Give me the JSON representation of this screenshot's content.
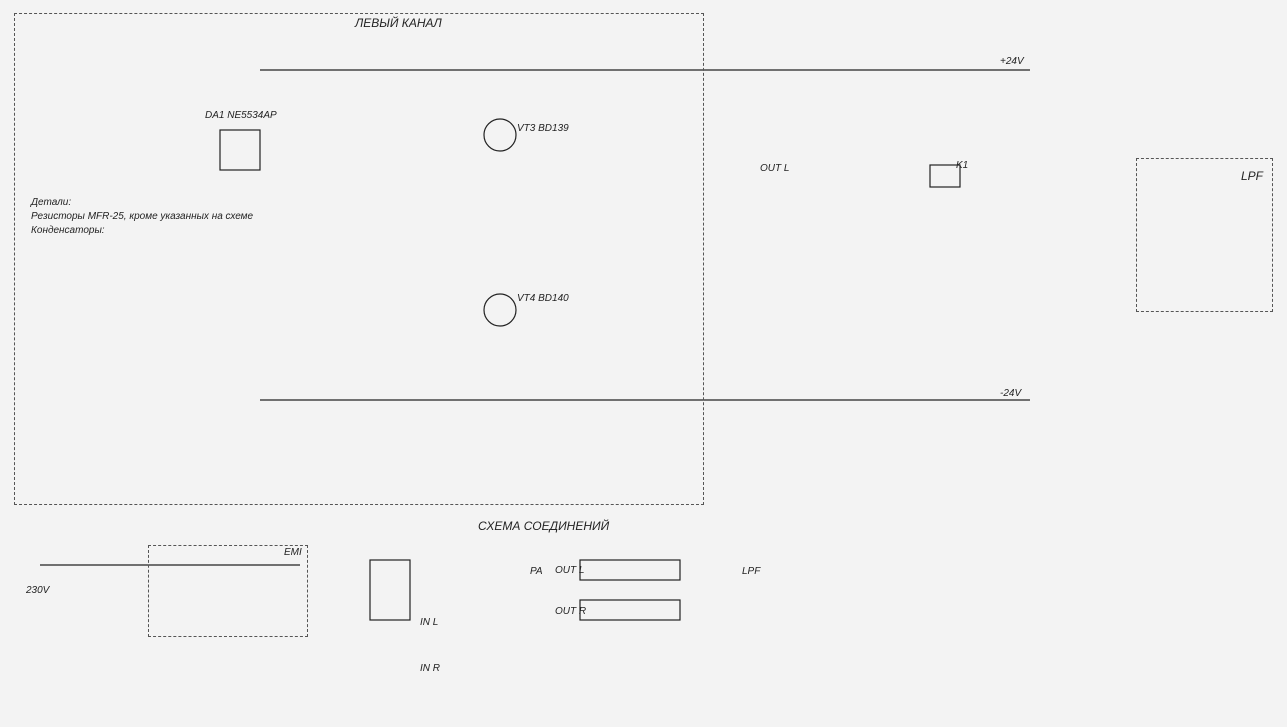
{
  "amplifier": {
    "title": "ЛЕВЫЙ КАНАЛ",
    "notes": [
      "Детали:",
      "Резисторы MFR-25, кроме указанных на схеме",
      "Конденсаторы:"
    ],
    "part_labels": [
      "DA1 NE5534AP",
      "VT3 BD139",
      "VT4 BD140",
      "K1",
      "OUT L"
    ],
    "rails": [
      "+24V",
      "-24V"
    ]
  },
  "wiring": {
    "title": "СХЕМА СОЕДИНЕНИЙ",
    "labels": [
      "230V",
      "EMI",
      "PA",
      "IN L",
      "IN R",
      "OUT L",
      "OUT R",
      "LPF"
    ]
  },
  "filter": {
    "title": "LPF"
  }
}
